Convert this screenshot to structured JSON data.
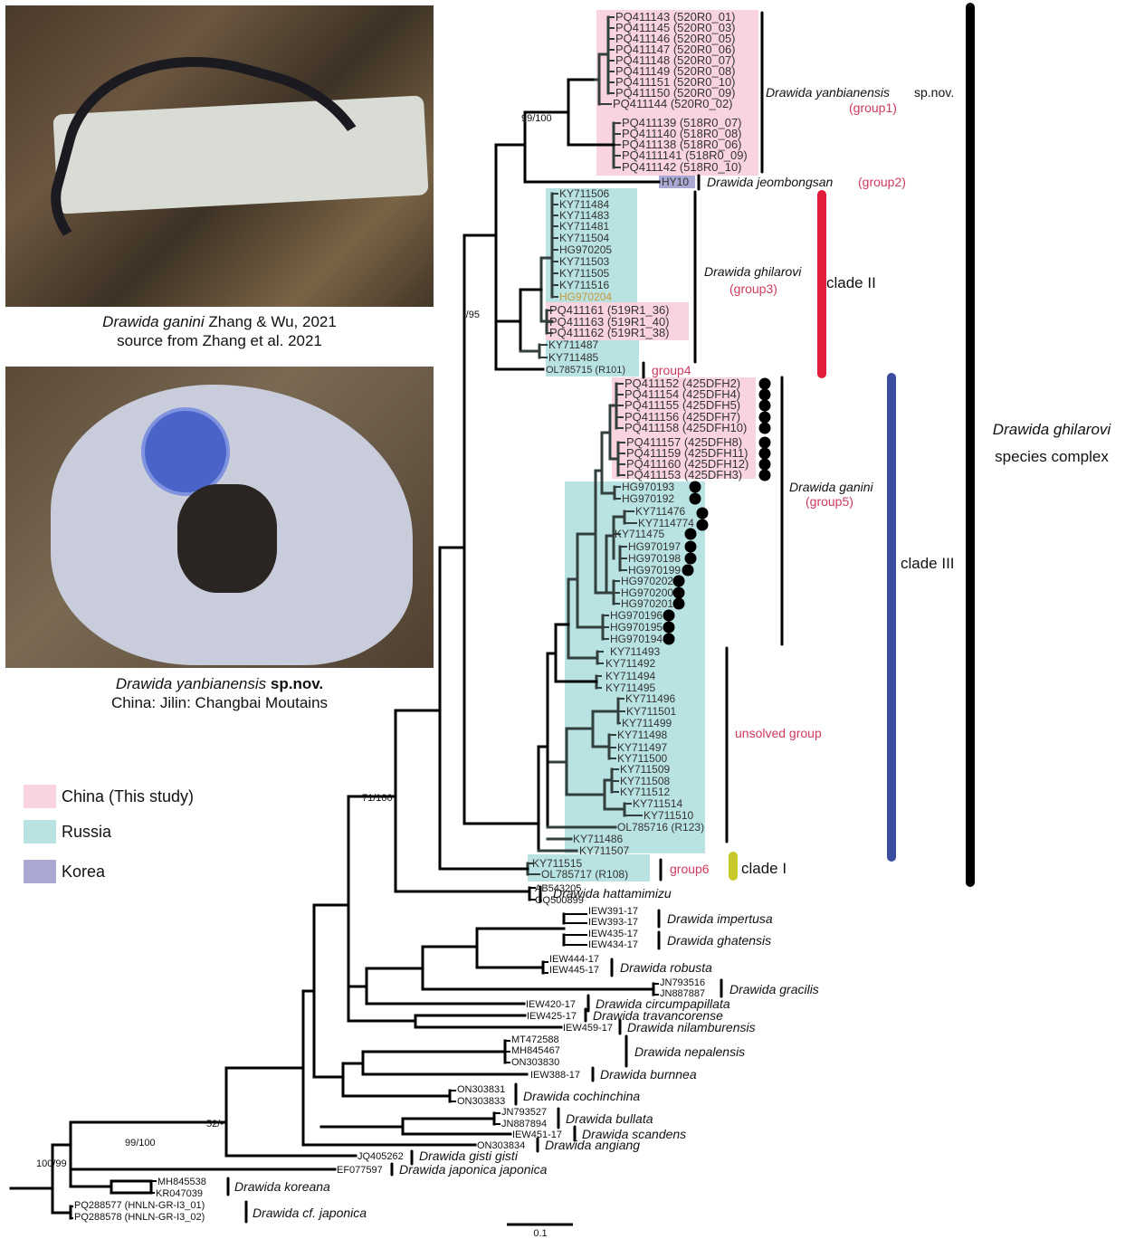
{
  "colors": {
    "china": "#f9d4de",
    "russia": "#b9e2e2",
    "korea": "#a9a9d3",
    "clade2_bar": "#e31e3a",
    "clade3_bar": "#3a4ea0",
    "clade1_bar": "#c8c82a",
    "group_text": "#d03a5e",
    "tree_gray": "#333f3f"
  },
  "photos": {
    "top_caption_species": "Drawida ganini",
    "top_caption_author": "Zhang & Wu, 2021",
    "top_caption_source": "source from Zhang et al. 2021",
    "bottom_caption_species": "Drawida yanbianensis",
    "bottom_caption_status": "sp.nov.",
    "bottom_caption_locality": "China: Jilin: Changbai Moutains"
  },
  "legend": [
    {
      "label": "China (This study)",
      "color": "#f9d4de"
    },
    {
      "label": "Russia",
      "color": "#b9e2e2"
    },
    {
      "label": "Korea",
      "color": "#a9a9d3"
    }
  ],
  "groups": {
    "group1_species": "Drawida yanbianensis",
    "group1_suffix": "sp.nov.",
    "group1_tag": "(group1)",
    "group2_species": "Drawida jeombongsan",
    "group2_tag": "(group2)",
    "group3_species": "Drawida ghilarovi",
    "group3_tag": "(group3)",
    "group4_tag": "group4",
    "group5_species": "Drawida ganini",
    "group5_tag": "(group5)",
    "unsolved": "unsolved group",
    "group6_tag": "group6",
    "clade1": "clade I",
    "clade2": "clade II",
    "clade3": "clade III",
    "complex_line1": "Drawida ghilarovi",
    "complex_line2": "species complex"
  },
  "support_values": [
    "99/100",
    "-/95",
    "71/100",
    "52/-",
    "99/100",
    "100/99"
  ],
  "scale_bar": "0.1",
  "tips": [
    "PQ411143 (520R0_01)",
    "PQ411145 (520R0_03)",
    "PQ411146 (520R0_05)",
    "PQ411147 (520R0_06)",
    "PQ411148 (520R0_07)",
    "PQ411149 (520R0_08)",
    "PQ411151 (520R0_10)",
    "PQ411150 (520R0_09)",
    "PQ411144 (520R0_02)",
    "PQ411139 (518R0_07)",
    "PQ411140 (518R0_08)",
    "PQ411138 (518R0_06)",
    "PQ4111141 (518R0_09)",
    "PQ411142 (518R0_10)",
    "HY10",
    "KY711506",
    "KY711484",
    "KY711483",
    "KY711481",
    "KY711504",
    "HG970205",
    "KY711503",
    "KY711505",
    "KY711516",
    "HG970204",
    "PQ411161 (519R1_36)",
    "PQ411163 (519R1_40)",
    "PQ411162 (519R1_38)",
    "KY711487",
    "KY711485",
    "OL785715 (R101)",
    "PQ411152 (425DFH2)",
    "PQ411154 (425DFH4)",
    "PQ411155 (425DFH5)",
    "PQ411156 (425DFH7)",
    "PQ411158 (425DFH10)",
    "PQ411157 (425DFH8)",
    "PQ411159 (425DFH11)",
    "PQ411160 (425DFH12)",
    "PQ411153 (425DFH3)",
    "HG970193",
    "HG970192",
    "KY711476",
    "KY7114774",
    "KY711475",
    "HG970197",
    "HG970198",
    "HG970199",
    "HG970202",
    "HG970200",
    "HG970201",
    "HG970196",
    "HG970195",
    "HG970194",
    "KY711493",
    "KY711492",
    "KY711494",
    "KY711495",
    "KY711496",
    "KY711501",
    "KY711499",
    "KY711498",
    "KY711497",
    "KY711500",
    "KY711509",
    "KY711508",
    "KY711512",
    "KY711514",
    "KY711510",
    "OL785716 (R123)",
    "KY711486",
    "KY711507",
    "KY711515",
    "OL785717 (R108)",
    "AB543205",
    "GQ500899",
    "IEW391-17",
    "IEW393-17",
    "IEW435-17",
    "IEW434-17",
    "IEW444-17",
    "IEW445-17",
    "JN793516",
    "JN887887",
    "IEW420-17",
    "IEW425-17",
    "IEW459-17",
    "MT472588",
    "MH845467",
    "ON303830",
    "IEW388-17",
    "ON303831",
    "ON303833",
    "JN793527",
    "JN887894",
    "IEW451-17",
    "ON303834",
    "JQ405262",
    "EF077597",
    "MH845538",
    "KR047039",
    "PQ288577 (HNLN-GR-I3_01)",
    "PQ288578 (HNLN-GR-I3_02)"
  ],
  "species_labels": [
    "Drawida hattamimizu",
    "Drawida impertusa",
    "Drawida ghatensis",
    "Drawida robusta",
    "Drawida gracilis",
    "Drawida circumpapillata",
    "Drawida travancorense",
    "Drawida nilamburensis",
    "Drawida nepalensis",
    "Drawida burnnea",
    "Drawida cochinchina",
    "Drawida bullata",
    "Drawida scandens",
    "Drawida angiang",
    "Drawida gisti gisti",
    "Drawida japonica japonica",
    "Drawida koreana",
    "Drawida cf. japonica"
  ]
}
